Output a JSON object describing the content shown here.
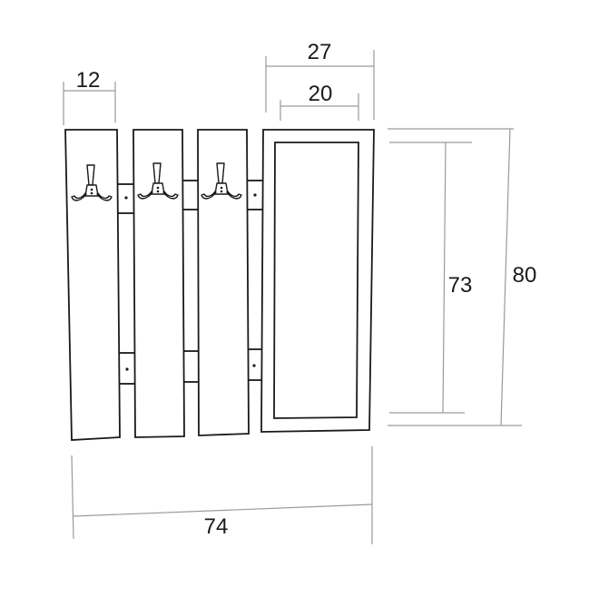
{
  "dimensions": {
    "plank_width": "12",
    "mirror_outer_width": "27",
    "mirror_inner_width": "20",
    "inner_height": "73",
    "total_height": "80",
    "total_width": "74"
  },
  "colors": {
    "line": "#1a1a1a",
    "dimension_line": "#9a9a9a",
    "background": "#ffffff"
  },
  "icons": [
    "coat-hook-icon"
  ]
}
